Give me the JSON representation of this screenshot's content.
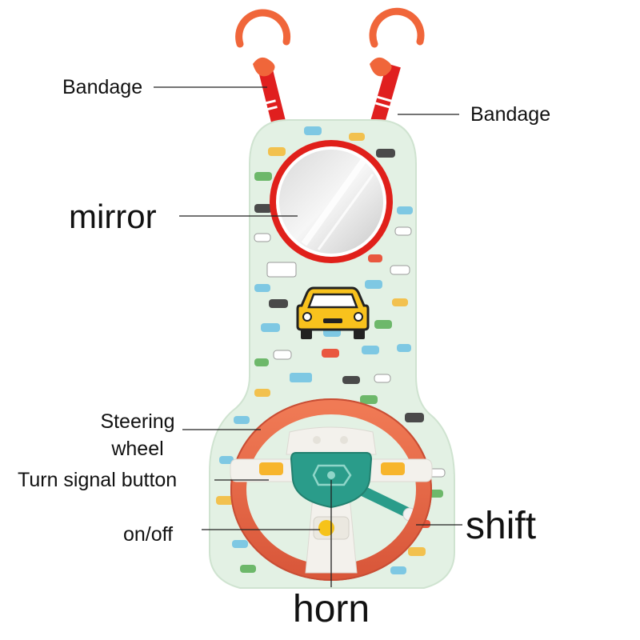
{
  "labels": {
    "bandage_left": "Bandage",
    "bandage_right": "Bandage",
    "mirror": "mirror",
    "steering_line1": "Steering",
    "steering_line2": "wheel",
    "turn_signal": "Turn signal button",
    "on_off": "on/off",
    "shift": "shift",
    "horn": "horn"
  },
  "colors": {
    "panel_fill": "#e3f1e4",
    "panel_edge": "#cfe3d0",
    "strap_red": "#e01f1f",
    "ring_orange": "#f0663a",
    "mirror_rim": "#e0201a",
    "wheel_orange": "#e96a4b",
    "wheel_white": "#f3f1ec",
    "hub_teal": "#2a9c8a",
    "turn_signal_yellow": "#f7b52c",
    "button_yellow": "#f6c31a",
    "car_yellow": "#f8c21d",
    "label_text": "#111111"
  },
  "icons": {
    "center_car": "car-icon",
    "horn_button": "horn-icon"
  }
}
